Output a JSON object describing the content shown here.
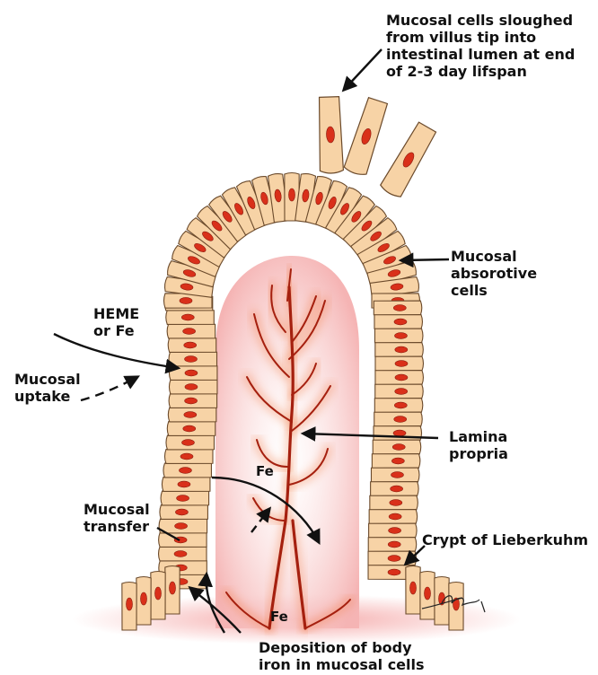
{
  "labels": {
    "sloughed": [
      "Mucosal cells sloughed",
      "from villus tip into",
      "intestinal lumen at end",
      "of 2-3 day lifspan"
    ],
    "absorptive": [
      "Mucosal",
      "absorotive",
      "cells"
    ],
    "heme": [
      "HEME",
      "or Fe"
    ],
    "uptake": [
      "Mucosal",
      "uptake"
    ],
    "lamina": [
      "Lamina",
      "propria"
    ],
    "fe_upper": "Fe",
    "transfer": [
      "Mucosal",
      "transfer"
    ],
    "crypt": "Crypt of Lieberkuhm",
    "fe_lower": "Fe",
    "deposition": [
      "Deposition of body",
      "iron in mucosal cells"
    ]
  },
  "colors": {
    "cell_fill": "#f7d3a6",
    "cell_stroke": "#6b4a2b",
    "nucleus": "#d9301a",
    "lamina": "#f7c3c3",
    "vessel": "#a5200f",
    "vessel_glow": "#ef6a2a",
    "arrow": "#111111"
  }
}
